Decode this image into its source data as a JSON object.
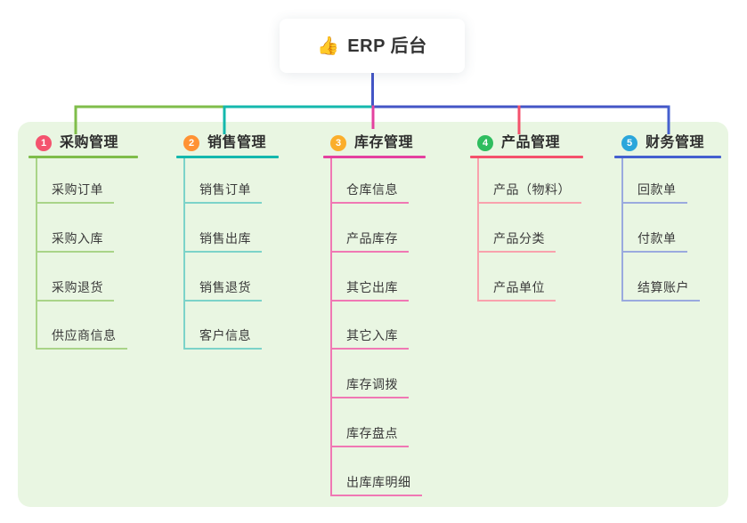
{
  "root": {
    "icon_name": "thumbs-up-icon",
    "icon": "👍",
    "title": "ERP 后台"
  },
  "colors": {
    "page_bg": "#ffffff",
    "panel_bg": "#e9f6e2",
    "card_bg": "#ffffff",
    "root_line": "#4355c6",
    "heading_text": "#2e2e2e",
    "leaf_text": "#3a3a3a"
  },
  "branches": [
    {
      "number": "1",
      "label": "采购管理",
      "badge_color": "#f4536e",
      "line_color": "#7fbd4a",
      "subline_color": "#a9d488",
      "items": [
        "采购订单",
        "采购入库",
        "采购退货",
        "供应商信息"
      ]
    },
    {
      "number": "2",
      "label": "销售管理",
      "badge_color": "#ff9234",
      "line_color": "#14b8ad",
      "subline_color": "#7cd3c9",
      "items": [
        "销售订单",
        "销售出库",
        "销售退货",
        "客户信息"
      ]
    },
    {
      "number": "3",
      "label": "库存管理",
      "badge_color": "#fbae2b",
      "line_color": "#e4419f",
      "subline_color": "#f078b4",
      "items": [
        "仓库信息",
        "产品库存",
        "其它出库",
        "其它入库",
        "库存调拨",
        "库存盘点",
        "出库库明细"
      ]
    },
    {
      "number": "4",
      "label": "产品管理",
      "badge_color": "#2fbd5f",
      "line_color": "#f4516c",
      "subline_color": "#f9a2ad",
      "items": [
        "产品（物料）",
        "产品分类",
        "产品单位"
      ]
    },
    {
      "number": "5",
      "label": "财务管理",
      "badge_color": "#2ba6db",
      "line_color": "#4560cf",
      "subline_color": "#9aaade",
      "items": [
        "回款单",
        "付款单",
        "结算账户"
      ]
    }
  ]
}
